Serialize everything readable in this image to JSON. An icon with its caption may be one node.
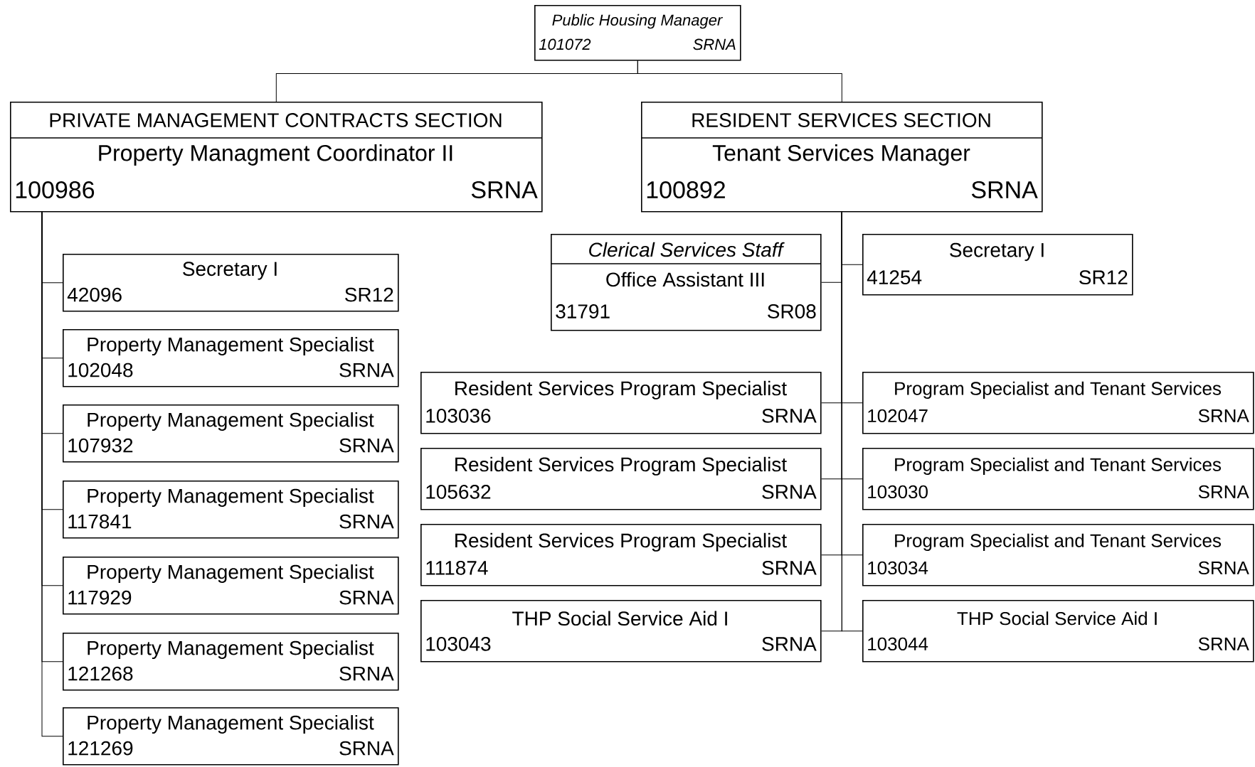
{
  "diagram": {
    "nodes": [
      {
        "text": [
          "Public Housing Manager",
          "101072",
          "SRNA"
        ]
      },
      {
        "text": [
          "PRIVATE MANAGEMENT CONTRACTS SECTION",
          "Property Managment Coordinator II",
          "100986",
          "SRNA"
        ]
      },
      {
        "text": [
          "RESIDENT SERVICES SECTION",
          "Tenant Services Manager",
          "100892",
          "SRNA"
        ]
      },
      {
        "text": [
          "Secretary I",
          "42096",
          "SR12"
        ]
      },
      {
        "text": [
          "Property Management Specialist",
          "102048",
          "SRNA"
        ]
      },
      {
        "text": [
          "Property Management Specialist",
          "107932",
          "SRNA"
        ]
      },
      {
        "text": [
          "Property Management Specialist",
          "117841",
          "SRNA"
        ]
      },
      {
        "text": [
          "Property Management Specialist",
          "117929",
          "SRNA"
        ]
      },
      {
        "text": [
          "Property Management Specialist",
          "121268",
          "SRNA"
        ]
      },
      {
        "text": [
          "Property Management Specialist",
          "121269",
          "SRNA"
        ]
      },
      {
        "text": [
          "Clerical Services Staff",
          "Office Assistant III",
          "31791",
          "SR08"
        ]
      },
      {
        "text": [
          "Secretary I",
          "41254",
          "SR12"
        ]
      },
      {
        "text": [
          "Resident Services Program Specialist",
          "103036",
          "SRNA"
        ]
      },
      {
        "text": [
          "Program Specialist and Tenant Services",
          "102047",
          "SRNA"
        ]
      },
      {
        "text": [
          "Resident Services Program Specialist",
          "105632",
          "SRNA"
        ]
      },
      {
        "text": [
          "Program Specialist and Tenant Services",
          "103030",
          "SRNA"
        ]
      },
      {
        "text": [
          "Resident Services Program Specialist",
          "111874",
          "SRNA"
        ]
      },
      {
        "text": [
          "Program Specialist and Tenant Services",
          "103034",
          "SRNA"
        ]
      },
      {
        "text": [
          "THP Social Service Aid I",
          "103043",
          "SRNA"
        ]
      },
      {
        "text": [
          "THP Social Service Aid I",
          "103044",
          "SRNA"
        ]
      }
    ],
    "edges": [
      {
        "from": 0,
        "to": 1,
        "arrow": "none"
      },
      {
        "from": 0,
        "to": 2,
        "arrow": "none"
      },
      {
        "from": 1,
        "to": 3,
        "arrow": "none"
      },
      {
        "from": 1,
        "to": 4,
        "arrow": "none"
      },
      {
        "from": 1,
        "to": 5,
        "arrow": "none"
      },
      {
        "from": 1,
        "to": 6,
        "arrow": "none"
      },
      {
        "from": 1,
        "to": 7,
        "arrow": "none"
      },
      {
        "from": 1,
        "to": 8,
        "arrow": "none"
      },
      {
        "from": 1,
        "to": 9,
        "arrow": "none"
      },
      {
        "from": 2,
        "to": 10,
        "arrow": "none"
      },
      {
        "from": 2,
        "to": 11,
        "arrow": "none"
      },
      {
        "from": 2,
        "to": 12,
        "arrow": "none"
      },
      {
        "from": 2,
        "to": 13,
        "arrow": "none"
      },
      {
        "from": 2,
        "to": 14,
        "arrow": "none"
      },
      {
        "from": 2,
        "to": 15,
        "arrow": "none"
      },
      {
        "from": 2,
        "to": 16,
        "arrow": "none"
      },
      {
        "from": 2,
        "to": 17,
        "arrow": "none"
      },
      {
        "from": 2,
        "to": 18,
        "arrow": "none"
      },
      {
        "from": 2,
        "to": 19,
        "arrow": "none"
      }
    ]
  }
}
